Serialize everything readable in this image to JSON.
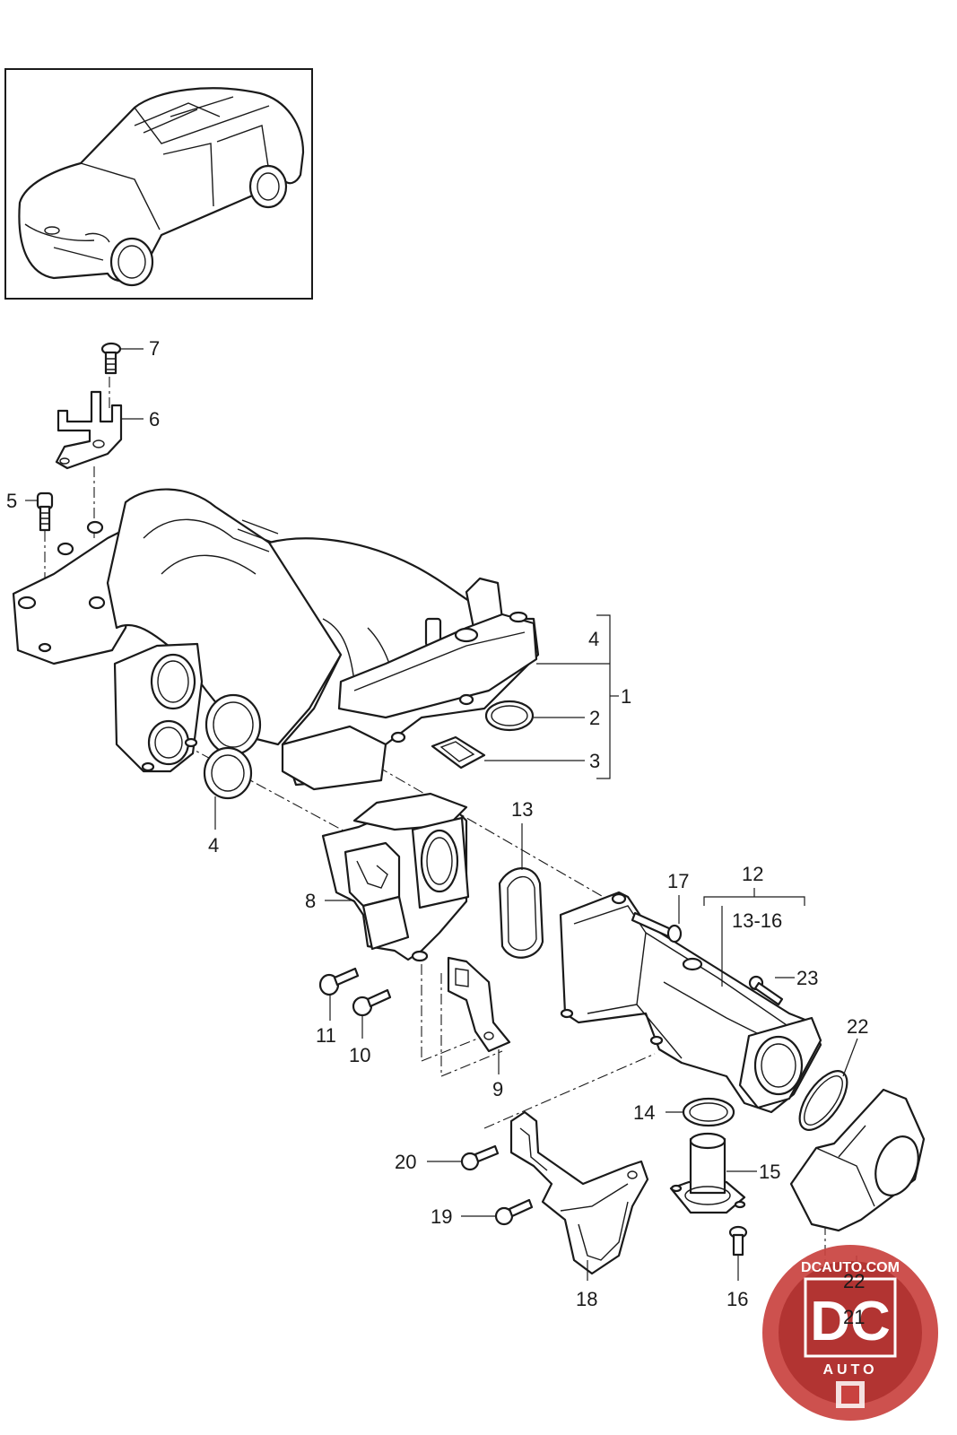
{
  "callouts": {
    "c1": "1",
    "c2": "2",
    "c3": "3",
    "c4a": "4",
    "c4b": "4",
    "c5": "5",
    "c6": "6",
    "c7": "7",
    "c8": "8",
    "c9": "9",
    "c10": "10",
    "c11": "11",
    "c12": "12",
    "c12range": "13-16",
    "c13": "13",
    "c14": "14",
    "c15": "15",
    "c16": "16",
    "c17": "17",
    "c18": "18",
    "c19": "19",
    "c20": "20",
    "c21": "21",
    "c22a": "22",
    "c22b": "22",
    "c23": "23"
  },
  "watermark": {
    "site": "DCAUTO.COM",
    "monogram": "DC",
    "word": "AUTO",
    "colors": {
      "ring": "#c9423f",
      "inner": "#b03330",
      "text": "#ffffff"
    }
  }
}
